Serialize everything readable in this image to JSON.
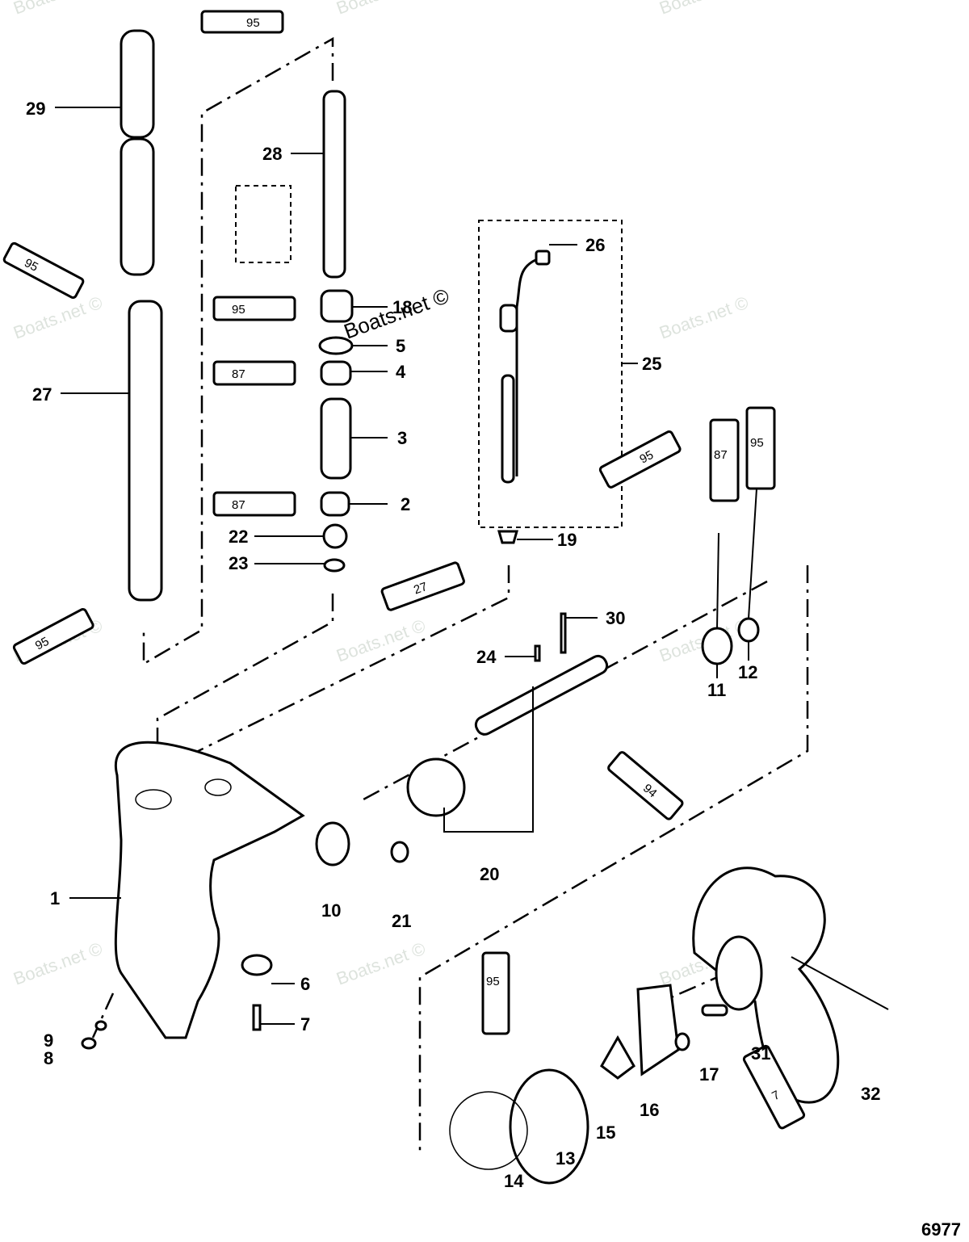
{
  "diagram": {
    "title": "Lower unit / gear housing exploded view",
    "page_number": "6977",
    "watermark": "Boats.net ©",
    "part_labels": [
      {
        "id": "1",
        "text": "1"
      },
      {
        "id": "2",
        "text": "2"
      },
      {
        "id": "3",
        "text": "3"
      },
      {
        "id": "4",
        "text": "4"
      },
      {
        "id": "5",
        "text": "5"
      },
      {
        "id": "6",
        "text": "6"
      },
      {
        "id": "7",
        "text": "7"
      },
      {
        "id": "8",
        "text": "8"
      },
      {
        "id": "9",
        "text": "9"
      },
      {
        "id": "10",
        "text": "10"
      },
      {
        "id": "11",
        "text": "11"
      },
      {
        "id": "12",
        "text": "12"
      },
      {
        "id": "13",
        "text": "13"
      },
      {
        "id": "14",
        "text": "14"
      },
      {
        "id": "15",
        "text": "15"
      },
      {
        "id": "16",
        "text": "16"
      },
      {
        "id": "17",
        "text": "17"
      },
      {
        "id": "18",
        "text": "18"
      },
      {
        "id": "19",
        "text": "19"
      },
      {
        "id": "20",
        "text": "20"
      },
      {
        "id": "21",
        "text": "21"
      },
      {
        "id": "22",
        "text": "22"
      },
      {
        "id": "23",
        "text": "23"
      },
      {
        "id": "24",
        "text": "24"
      },
      {
        "id": "25",
        "text": "25"
      },
      {
        "id": "26",
        "text": "26"
      },
      {
        "id": "27",
        "text": "27"
      },
      {
        "id": "28",
        "text": "28"
      },
      {
        "id": "29",
        "text": "29"
      },
      {
        "id": "30",
        "text": "30"
      },
      {
        "id": "31",
        "text": "31"
      },
      {
        "id": "32",
        "text": "32"
      }
    ],
    "lubricant_tubes": [
      {
        "text": "95"
      },
      {
        "text": "95"
      },
      {
        "text": "95"
      },
      {
        "text": "87"
      },
      {
        "text": "87"
      },
      {
        "text": "95"
      },
      {
        "text": "27"
      },
      {
        "text": "87"
      },
      {
        "text": "95"
      },
      {
        "text": "95"
      },
      {
        "text": "94"
      },
      {
        "text": "95"
      },
      {
        "text": "7"
      }
    ]
  }
}
